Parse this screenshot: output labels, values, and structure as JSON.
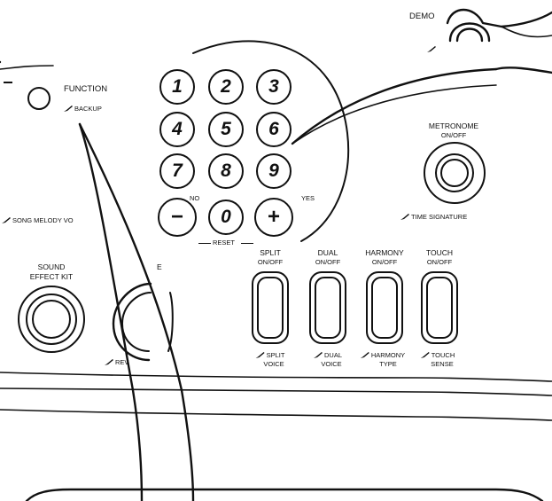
{
  "panel": {
    "demo": {
      "label": "DEMO"
    },
    "function": {
      "label": "FUNCTION",
      "sub_label": "BACKUP"
    },
    "keypad": {
      "keys": [
        "1",
        "2",
        "3",
        "4",
        "5",
        "6",
        "7",
        "8",
        "9",
        "−",
        "0",
        "+"
      ],
      "no_label": "NO",
      "yes_label": "YES",
      "reset_label": "RESET"
    },
    "song_melody": {
      "label": "SONG MELODY VO"
    },
    "sound_effect": {
      "label_line1": "SOUND",
      "label_line2": "EFFECT KIT"
    },
    "reverb": {
      "label": "REV",
      "top_label": "E"
    },
    "metronome": {
      "label": "METRONOME",
      "sub_label": "ON/OFF",
      "shift_label": "TIME SIGNATURE"
    },
    "buttons": [
      {
        "name": "SPLIT",
        "sub": "ON/OFF",
        "shift_line1": "SPLIT",
        "shift_line2": "VOICE"
      },
      {
        "name": "DUAL",
        "sub": "ON/OFF",
        "shift_line1": "DUAL",
        "shift_line2": "VOICE"
      },
      {
        "name": "HARMONY",
        "sub": "ON/OFF",
        "shift_line1": "HARMONY",
        "shift_line2": "TYPE"
      },
      {
        "name": "TOUCH",
        "sub": "ON/OFF",
        "shift_line1": "TOUCH",
        "shift_line2": "SENSE"
      }
    ]
  },
  "icons": {
    "shift": "pen-icon"
  },
  "colors": {
    "ink": "#111111",
    "background": "#ffffff"
  }
}
